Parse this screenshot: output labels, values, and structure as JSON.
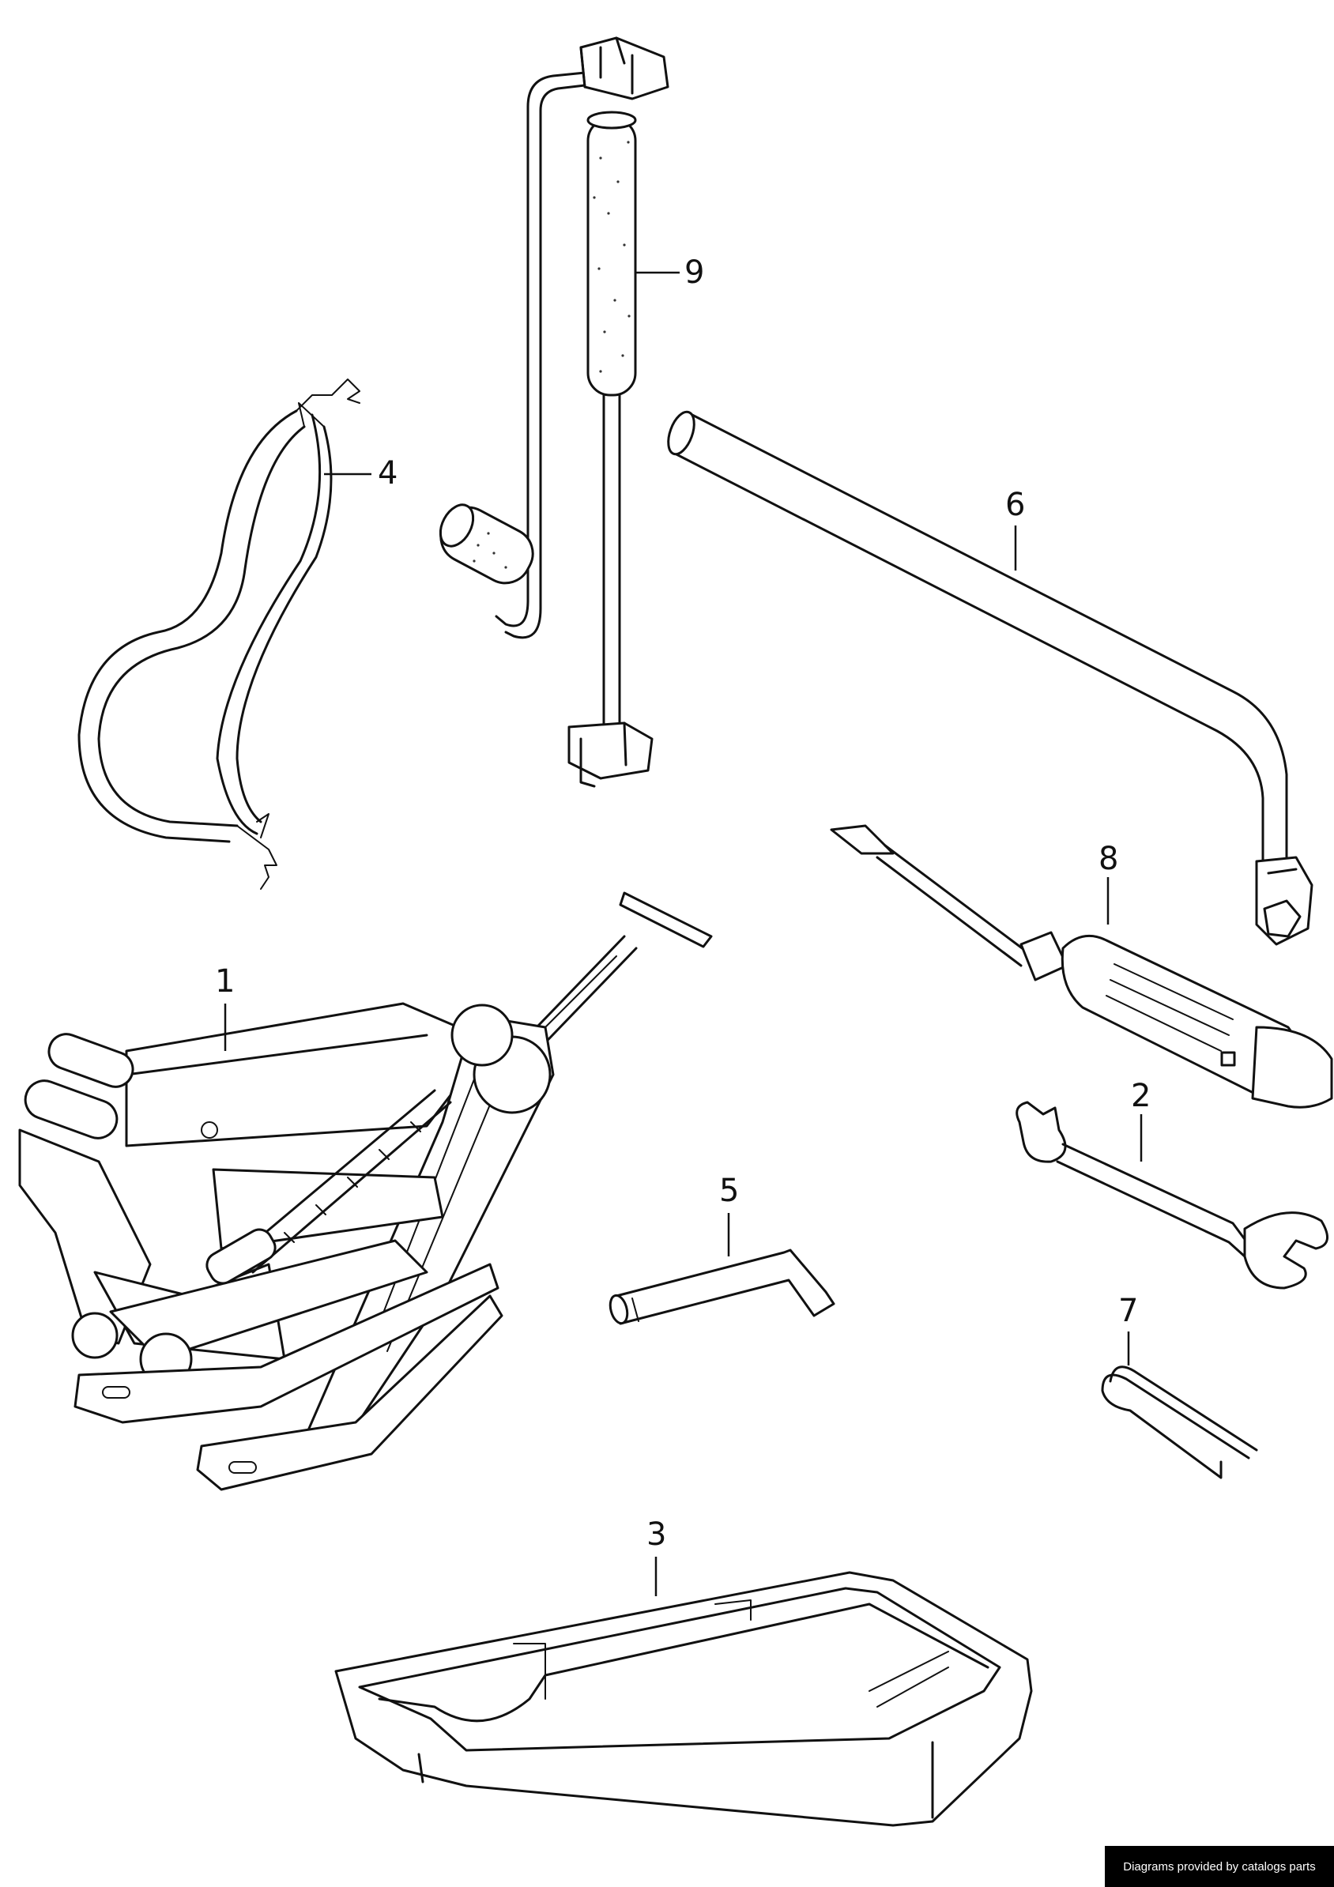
{
  "parts": [
    {
      "label": "1",
      "name": "scissor-jack"
    },
    {
      "label": "2",
      "name": "open-end-wrench"
    },
    {
      "label": "3",
      "name": "tool-tray"
    },
    {
      "label": "4",
      "name": "rubber-strap"
    },
    {
      "label": "5",
      "name": "hex-key"
    },
    {
      "label": "6",
      "name": "wheel-bolt-wrench"
    },
    {
      "label": "7",
      "name": "wire-clip"
    },
    {
      "label": "8",
      "name": "screwdriver"
    },
    {
      "label": "9",
      "name": "jack-crank-handle"
    }
  ],
  "footer": {
    "credit": "Diagrams provided by catalogs parts"
  }
}
